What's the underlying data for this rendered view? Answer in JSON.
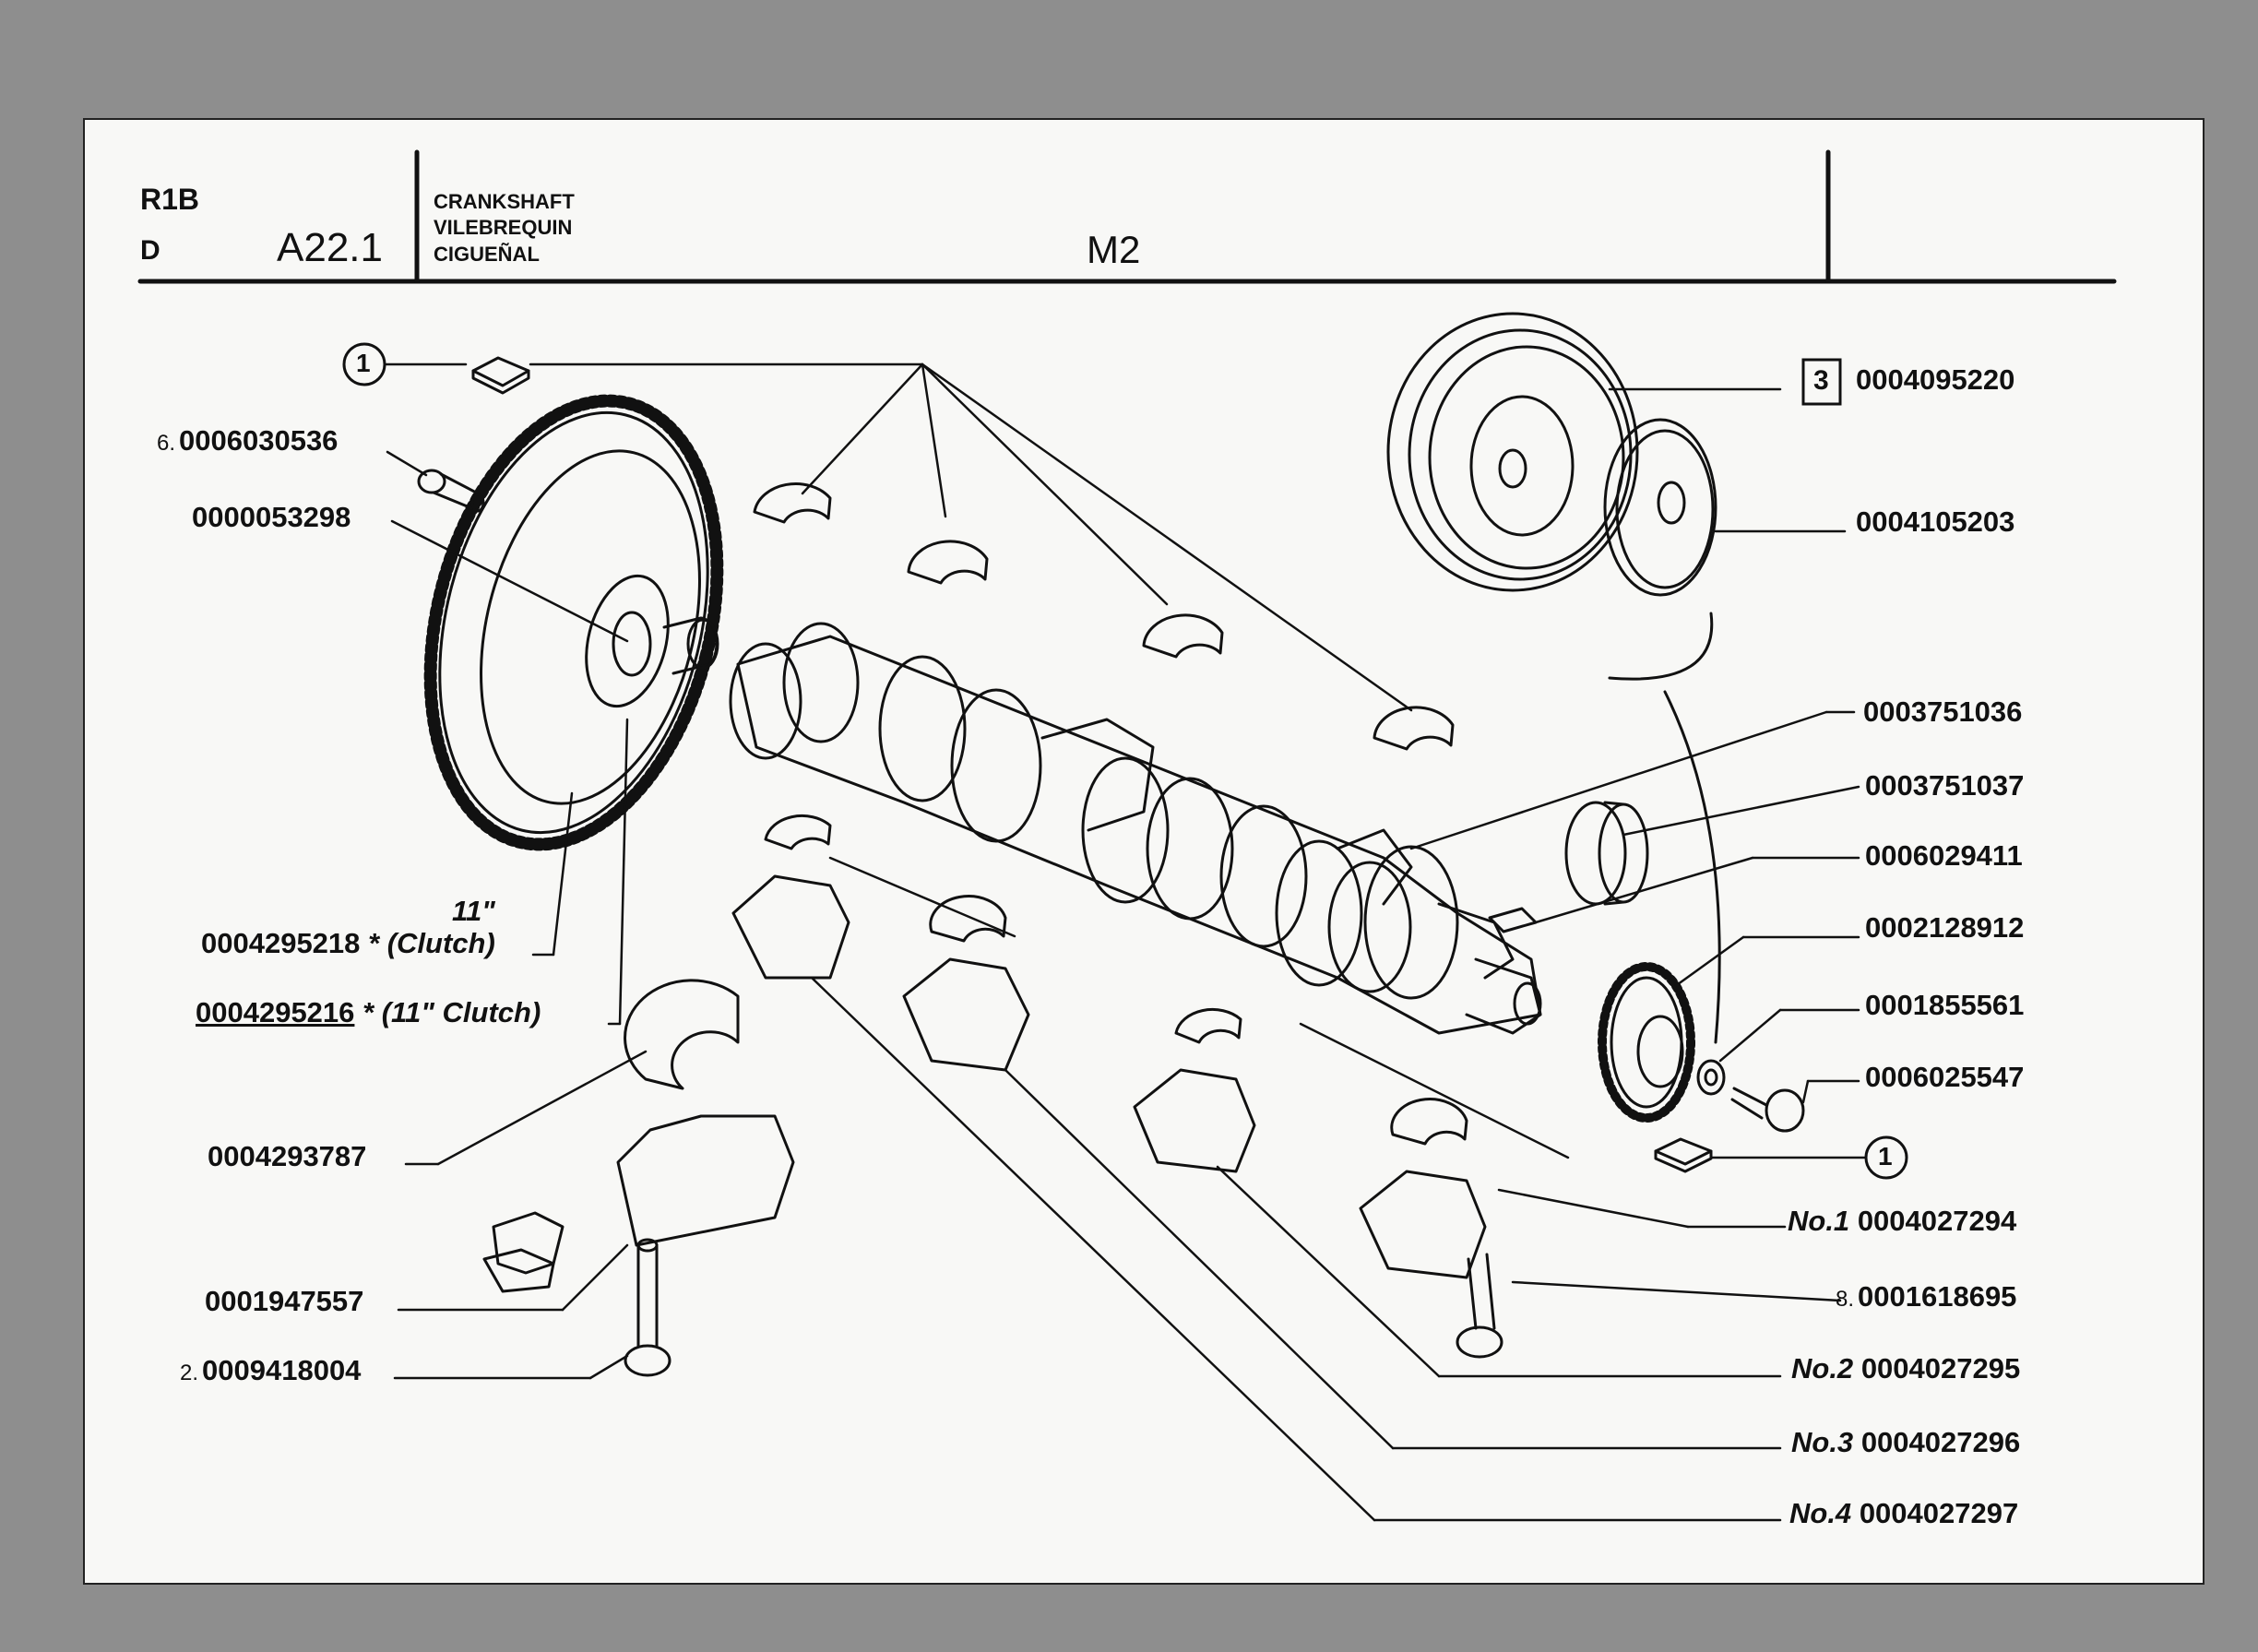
{
  "header": {
    "series": "R1B",
    "variant": "D",
    "section": "A22.1",
    "title_en": "CRANKSHAFT",
    "title_fr": "VILEBREQUIN",
    "title_es": "CIGUEÑAL",
    "model": "M2"
  },
  "callouts": {
    "ref_circle_top": "1",
    "ref_circle_bottom": "1",
    "ref_box": "3",
    "p_0006030536": {
      "prefix": "6.",
      "number": "0006030536"
    },
    "p_0000053298": "0000053298",
    "p_0004295218": {
      "number": "0004295218",
      "suffix": "* (Clutch)",
      "size": "11\""
    },
    "p_0004295216": {
      "number": "0004295216",
      "suffix": "* (11\" Clutch)"
    },
    "p_0004293787": "0004293787",
    "p_0001947557": "0001947557",
    "p_0009418004": {
      "prefix": "2.",
      "number": "0009418004"
    },
    "p_0004095220": "0004095220",
    "p_0004105203": "0004105203",
    "p_0003751036": "0003751036",
    "p_0003751037": "0003751037",
    "p_0006029411": "0006029411",
    "p_0002128912": "0002128912",
    "p_0001855561": "0001855561",
    "p_0006025547": "0006025547",
    "p_0004027294": {
      "prefix": "No.1",
      "number": "0004027294"
    },
    "p_0001618695": {
      "prefix": "8.",
      "number": "0001618695"
    },
    "p_0004027295": {
      "prefix": "No.2",
      "number": "0004027295"
    },
    "p_0004027296": {
      "prefix": "No.3",
      "number": "0004027296"
    },
    "p_0004027297": {
      "prefix": "No.4",
      "number": "0004027297"
    }
  }
}
